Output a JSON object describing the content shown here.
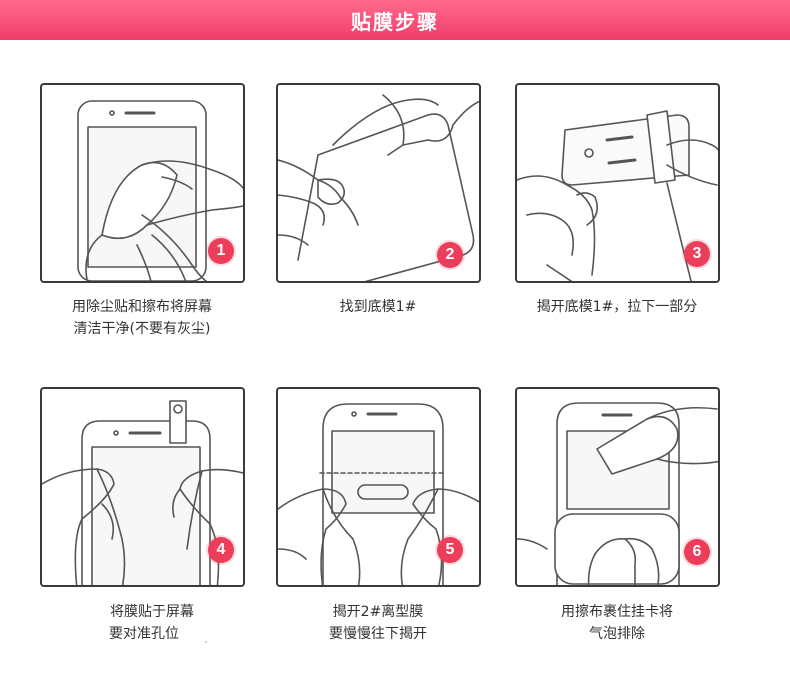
{
  "header": {
    "title": "贴膜步骤"
  },
  "steps": [
    {
      "badge": "1",
      "caption": [
        "用除尘贴和擦布将屏幕",
        "清洁干净(不要有灰尘)"
      ]
    },
    {
      "badge": "2",
      "caption": [
        "找到底模1#"
      ]
    },
    {
      "badge": "3",
      "caption": [
        "揭开底模1#，拉下一部分"
      ]
    },
    {
      "badge": "4",
      "caption": [
        "将膜贴于屏幕",
        "要对准孔位"
      ]
    },
    {
      "badge": "5",
      "caption": [
        "揭开2#离型膜",
        "要慢慢往下揭开"
      ]
    },
    {
      "badge": "6",
      "caption": [
        "用擦布裹住挂卡将",
        "气泡排除"
      ]
    }
  ],
  "colors": {
    "header": "#f03d6b",
    "badge": "#ec3d5a",
    "frame": "#3a3a3a"
  }
}
